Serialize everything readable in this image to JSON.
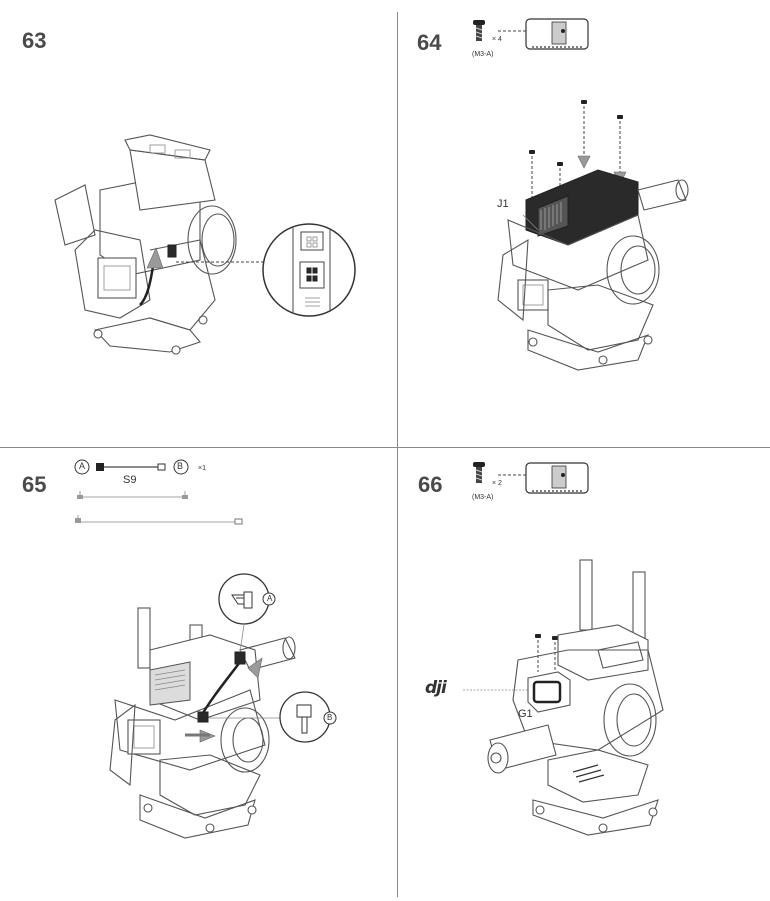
{
  "steps": [
    {
      "number": "63"
    },
    {
      "number": "64",
      "screw": {
        "qty": "× 4",
        "code": "(M3-A)"
      },
      "connector_label": "J1"
    },
    {
      "number": "65",
      "cable": {
        "end_a": "A",
        "end_b": "B",
        "name": "S9",
        "qty": "×1"
      },
      "callout_a": "A",
      "callout_b": "B"
    },
    {
      "number": "66",
      "screw": {
        "qty": "× 2",
        "code": "(M3-A)"
      },
      "part_label": "G1",
      "brand_logo": "dji"
    }
  ],
  "colors": {
    "line": "#555555",
    "divider": "#8a8a8a",
    "arrow": "#9a9a9a",
    "component_dark": "#2a2a2a"
  }
}
